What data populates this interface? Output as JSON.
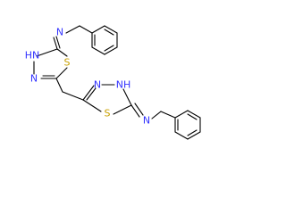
{
  "molecule": {
    "atoms": {
      "n_exo_top": {
        "label": "N",
        "color": "#3333ff"
      },
      "nh_top": {
        "label": "HN",
        "color": "#3333ff"
      },
      "n_top": {
        "label": "N",
        "color": "#3333ff"
      },
      "s_top": {
        "label": "S",
        "color": "#c8a000"
      },
      "n_mid": {
        "label": "N",
        "color": "#3333ff"
      },
      "nh_mid": {
        "label": "NH",
        "color": "#3333ff"
      },
      "s_bottom": {
        "label": "S",
        "color": "#c8a000"
      },
      "n_exo_bottom": {
        "label": "N",
        "color": "#3333ff"
      }
    },
    "bond_color": "#000000"
  }
}
